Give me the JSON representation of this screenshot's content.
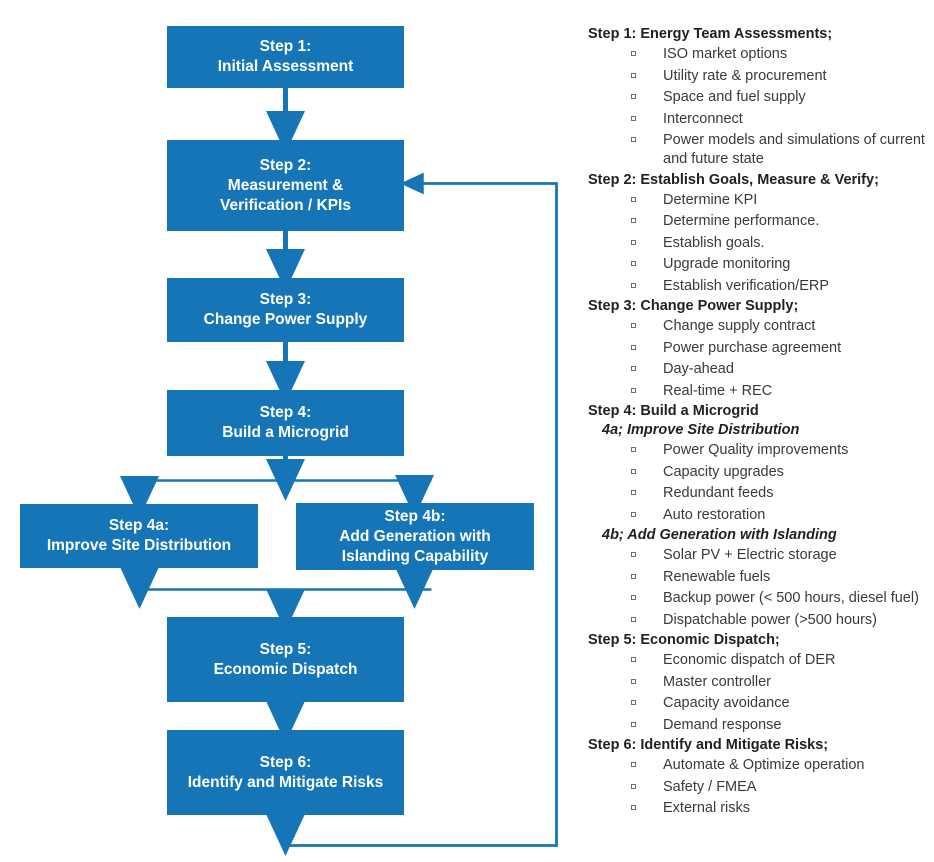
{
  "palette": {
    "node_fill": "#1675b6",
    "connector": "#1675b6",
    "heading_text": "#231f20",
    "bullet_text": "#3a3a3c",
    "node_text": "#ffffff",
    "background": "#ffffff"
  },
  "flowchart": {
    "nodes": [
      {
        "id": "step1",
        "line1": "Step 1:",
        "line2": "Initial Assessment",
        "line3": ""
      },
      {
        "id": "step2",
        "line1": "Step 2:",
        "line2": "Measurement &",
        "line3": "Verification / KPIs"
      },
      {
        "id": "step3",
        "line1": "Step 3:",
        "line2": "Change Power Supply",
        "line3": ""
      },
      {
        "id": "step4",
        "line1": "Step 4:",
        "line2": "Build a Microgrid",
        "line3": ""
      },
      {
        "id": "step4a",
        "line1": "Step 4a:",
        "line2": "Improve Site Distribution",
        "line3": ""
      },
      {
        "id": "step4b",
        "line1": "Step 4b:",
        "line2": "Add Generation with",
        "line3": "Islanding Capability"
      },
      {
        "id": "step5",
        "line1": "Step 5:",
        "line2": "Economic Dispatch",
        "line3": ""
      },
      {
        "id": "step6",
        "line1": "Step 6:",
        "line2": "Identify and Mitigate Risks",
        "line3": ""
      }
    ],
    "connectors": [
      "step1-to-step2",
      "step2-to-step3",
      "step3-to-step4",
      "step4-split-to-step4a",
      "step4-split-to-step4b",
      "step4a-merge-to-step5",
      "step4b-merge-to-step5",
      "step5-to-step6",
      "step6-feedback-to-step2"
    ]
  },
  "detail_list": {
    "groups": [
      {
        "heading": "Step 1: Energy Team Assessments;",
        "subgroups": [
          {
            "label": "",
            "items": [
              "ISO market options",
              "Utility rate & procurement",
              "Space and fuel supply",
              "Interconnect",
              "Power models and simulations of current and future state"
            ]
          }
        ]
      },
      {
        "heading": "Step 2: Establish Goals, Measure & Verify;",
        "subgroups": [
          {
            "label": "",
            "items": [
              "Determine KPI",
              "Determine performance.",
              "Establish goals.",
              "Upgrade monitoring",
              "Establish verification/ERP"
            ]
          }
        ]
      },
      {
        "heading": "Step 3: Change Power Supply;",
        "subgroups": [
          {
            "label": "",
            "items": [
              "Change supply contract",
              "Power purchase agreement",
              "Day-ahead",
              "Real-time + REC"
            ]
          }
        ]
      },
      {
        "heading": "Step 4: Build a Microgrid",
        "subgroups": [
          {
            "label": "4a; Improve Site Distribution",
            "items": [
              "Power Quality improvements",
              "Capacity upgrades",
              "Redundant feeds",
              "Auto restoration"
            ]
          },
          {
            "label": "4b; Add Generation with Islanding",
            "items": [
              "Solar PV + Electric storage",
              "Renewable fuels",
              "Backup power (< 500 hours, diesel fuel)",
              "Dispatchable power (>500 hours)"
            ]
          }
        ]
      },
      {
        "heading": "Step 5: Economic Dispatch;",
        "subgroups": [
          {
            "label": "",
            "items": [
              "Economic dispatch of DER",
              "Master controller",
              "Capacity avoidance",
              "Demand response"
            ]
          }
        ]
      },
      {
        "heading": "Step 6: Identify and Mitigate Risks;",
        "subgroups": [
          {
            "label": "",
            "items": [
              "Automate & Optimize operation",
              "Safety / FMEA",
              "External risks"
            ]
          }
        ]
      }
    ]
  }
}
